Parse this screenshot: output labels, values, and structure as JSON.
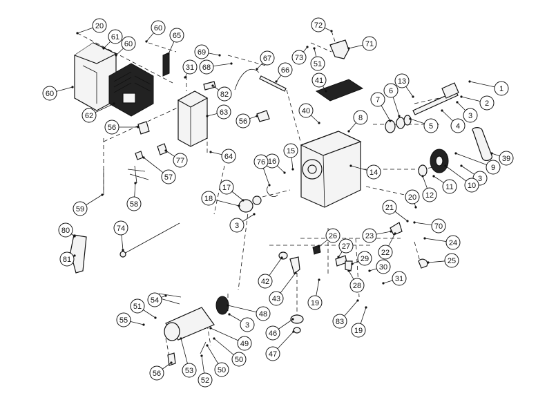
{
  "diagram": {
    "callouts": [
      "1",
      "2",
      "3",
      "4",
      "5",
      "6",
      "7",
      "8",
      "9",
      "10",
      "11",
      "12",
      "13",
      "14",
      "15",
      "16",
      "17",
      "18",
      "19",
      "20",
      "21",
      "22",
      "23",
      "24",
      "25",
      "26",
      "27",
      "28",
      "29",
      "30",
      "31",
      "39",
      "40",
      "41",
      "42",
      "43",
      "46",
      "47",
      "48",
      "49",
      "50",
      "51",
      "52",
      "53",
      "54",
      "55",
      "56",
      "57",
      "58",
      "59",
      "60",
      "61",
      "62",
      "63",
      "64",
      "65",
      "66",
      "67",
      "68",
      "69",
      "70",
      "71",
      "72",
      "73",
      "74",
      "76",
      "77",
      "80",
      "81",
      "82",
      "83"
    ]
  }
}
